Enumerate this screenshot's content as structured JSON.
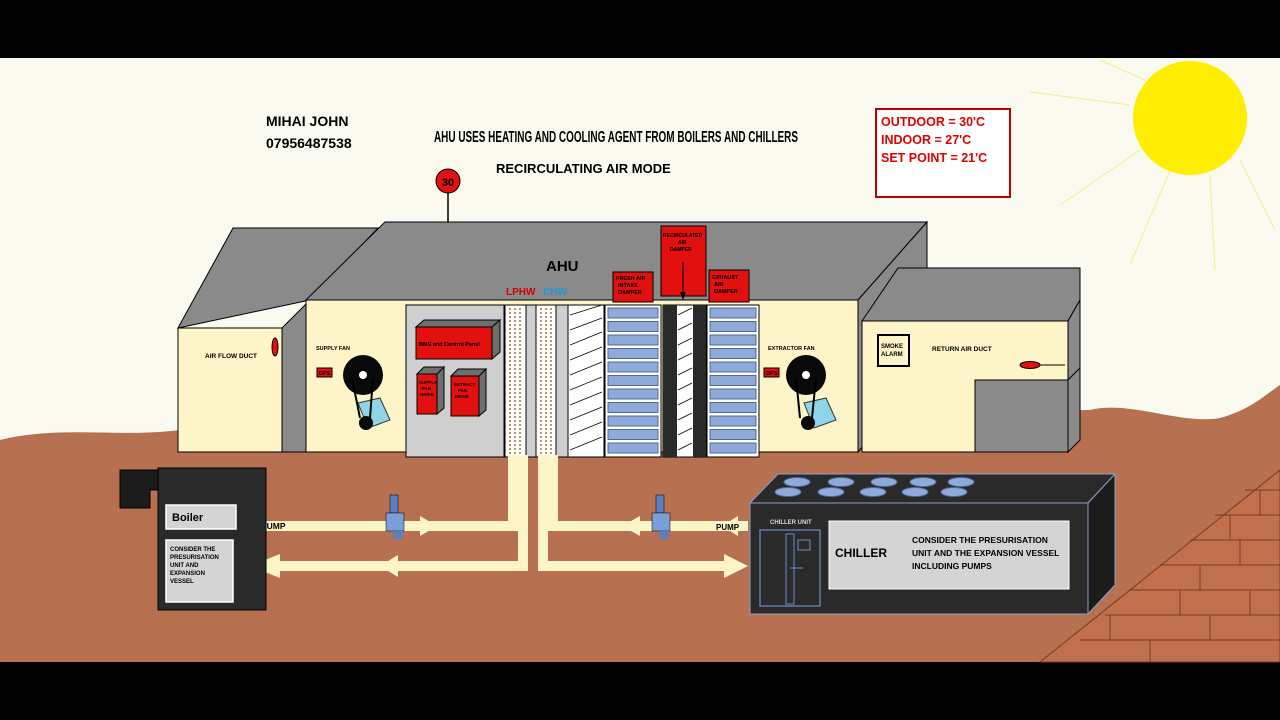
{
  "author": {
    "name": "MIHAI JOHN",
    "phone": "07956487538"
  },
  "title": "AHU USES HEATING AND COOLING AGENT FROM BOILERS AND CHILLERS",
  "mode": "RECIRCULATING AIR MODE",
  "sensor_value": "30",
  "conditions": {
    "outdoor": "OUTDOOR = 30'C",
    "indoor": "INDOOR = 27'C",
    "setpoint": "SET POINT = 21'C"
  },
  "ahu": {
    "label": "AHU",
    "lphw": "LPHW",
    "chw": "CHW",
    "supply_fan": "SUPPLY FAN",
    "extractor_fan": "EXTRACTOR FAN",
    "dps": "DPS",
    "bms_panel": "BMS and Control Panel",
    "supply_drive": [
      "SUPPLY",
      "FAN",
      "DRIVE"
    ],
    "extract_drive": [
      "EXTRACT",
      "FAN",
      "DRIVE"
    ],
    "fresh_air_damper": [
      "FRESH AIR",
      "INTAKE",
      "DAMPER"
    ],
    "recirc_damper": [
      "RECIRCULATED",
      "AIR",
      "DAMPER"
    ],
    "exhaust_damper": [
      "EXHAUST",
      "AIR",
      "DAMPER"
    ]
  },
  "ducts": {
    "supply": "AIR FLOW DUCT",
    "return": "RETURN AIR DUCT",
    "smoke_alarm": [
      "SMOKE",
      "ALARM"
    ]
  },
  "boiler": {
    "label": "Boiler",
    "note": [
      "CONSIDER  THE",
      "PRESURISATION",
      "UNIT AND",
      "EXPANSION",
      "VESSEL"
    ],
    "pump": "PUMP"
  },
  "chiller": {
    "unit": "CHILLER UNIT",
    "label": "CHILLER",
    "note": [
      "CONSIDER THE PRESURISATION",
      "UNIT AND THE EXPANSION VESSEL",
      "INCLUDING PUMPS"
    ],
    "pump": "PUMP"
  },
  "colors": {
    "sky": "#fafaf0",
    "ground": "#b87150",
    "ahu_body": "#fdf5c8",
    "casing": "#8a8a8a",
    "red": "#e31010",
    "pipe": "#fdf5c8",
    "sun": "#ffee00",
    "damper_blue": "#8eaad8"
  }
}
